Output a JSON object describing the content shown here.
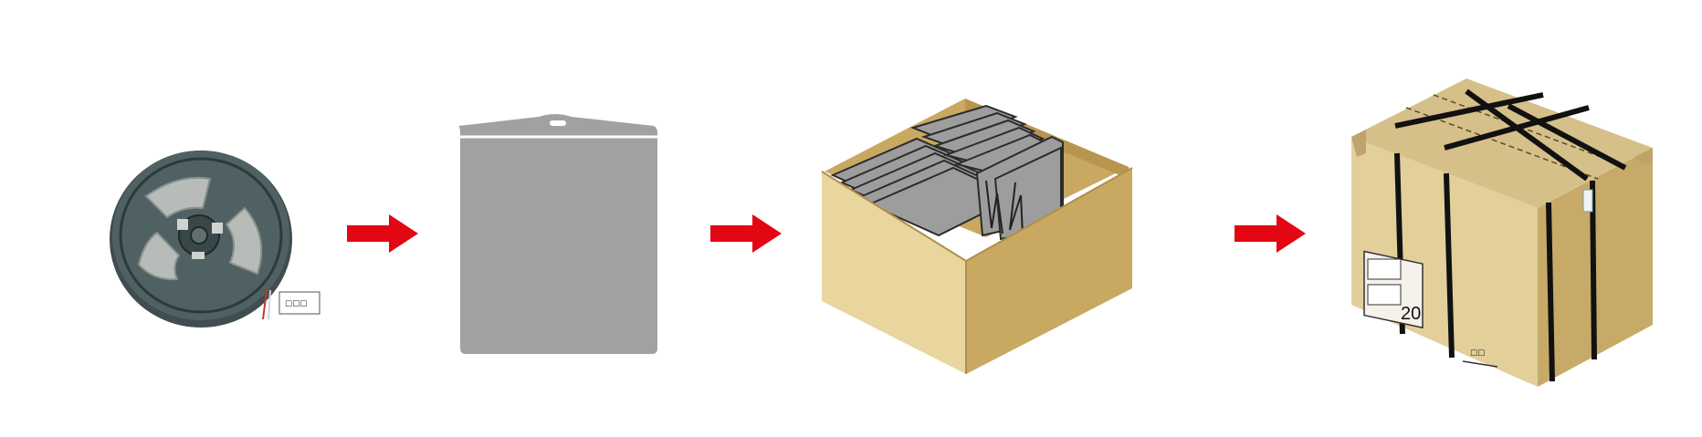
{
  "diagram": {
    "steps": [
      {
        "id": "reel",
        "icon": "tape-reel-icon"
      },
      {
        "id": "bag",
        "icon": "esd-bag-icon"
      },
      {
        "id": "inner-box",
        "icon": "open-box-with-bags-icon"
      },
      {
        "id": "carton",
        "icon": "strapped-carton-icon"
      }
    ],
    "arrows": [
      "right-arrow-icon",
      "right-arrow-icon",
      "right-arrow-icon"
    ],
    "arrow_color": "#e30613",
    "carton_label_text": "20"
  },
  "colors": {
    "reel": "#4a5a5c",
    "bag": "#a0a1a0",
    "box_light": "#e8d69e",
    "box_dark": "#c9a862",
    "strap": "#111111"
  }
}
